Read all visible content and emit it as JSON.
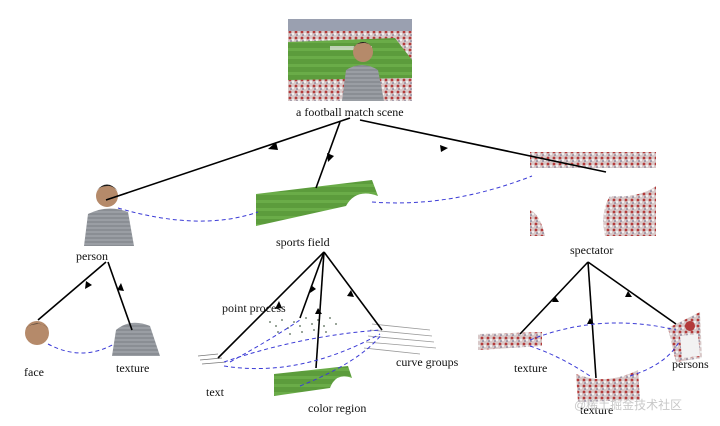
{
  "labels": {
    "root": "a football match scene",
    "person": "person",
    "sports_field": "sports field",
    "spectator": "spectator",
    "face": "face",
    "person_texture": "texture",
    "point_process": "point process",
    "curve_groups": "curve groups",
    "text": "text",
    "color_region": "color region",
    "spectator_texture_left": "texture",
    "spectator_texture_bottom": "texture",
    "persons": "persons"
  },
  "watermark": "@稀土掘金技术社区",
  "colors": {
    "edge": "#000000",
    "relation": "#3b3bd6",
    "grass": "#5a9a3a",
    "crowd": "#c9a5a8",
    "shirt": "#8a8d92",
    "skin": "#b58a6a"
  }
}
